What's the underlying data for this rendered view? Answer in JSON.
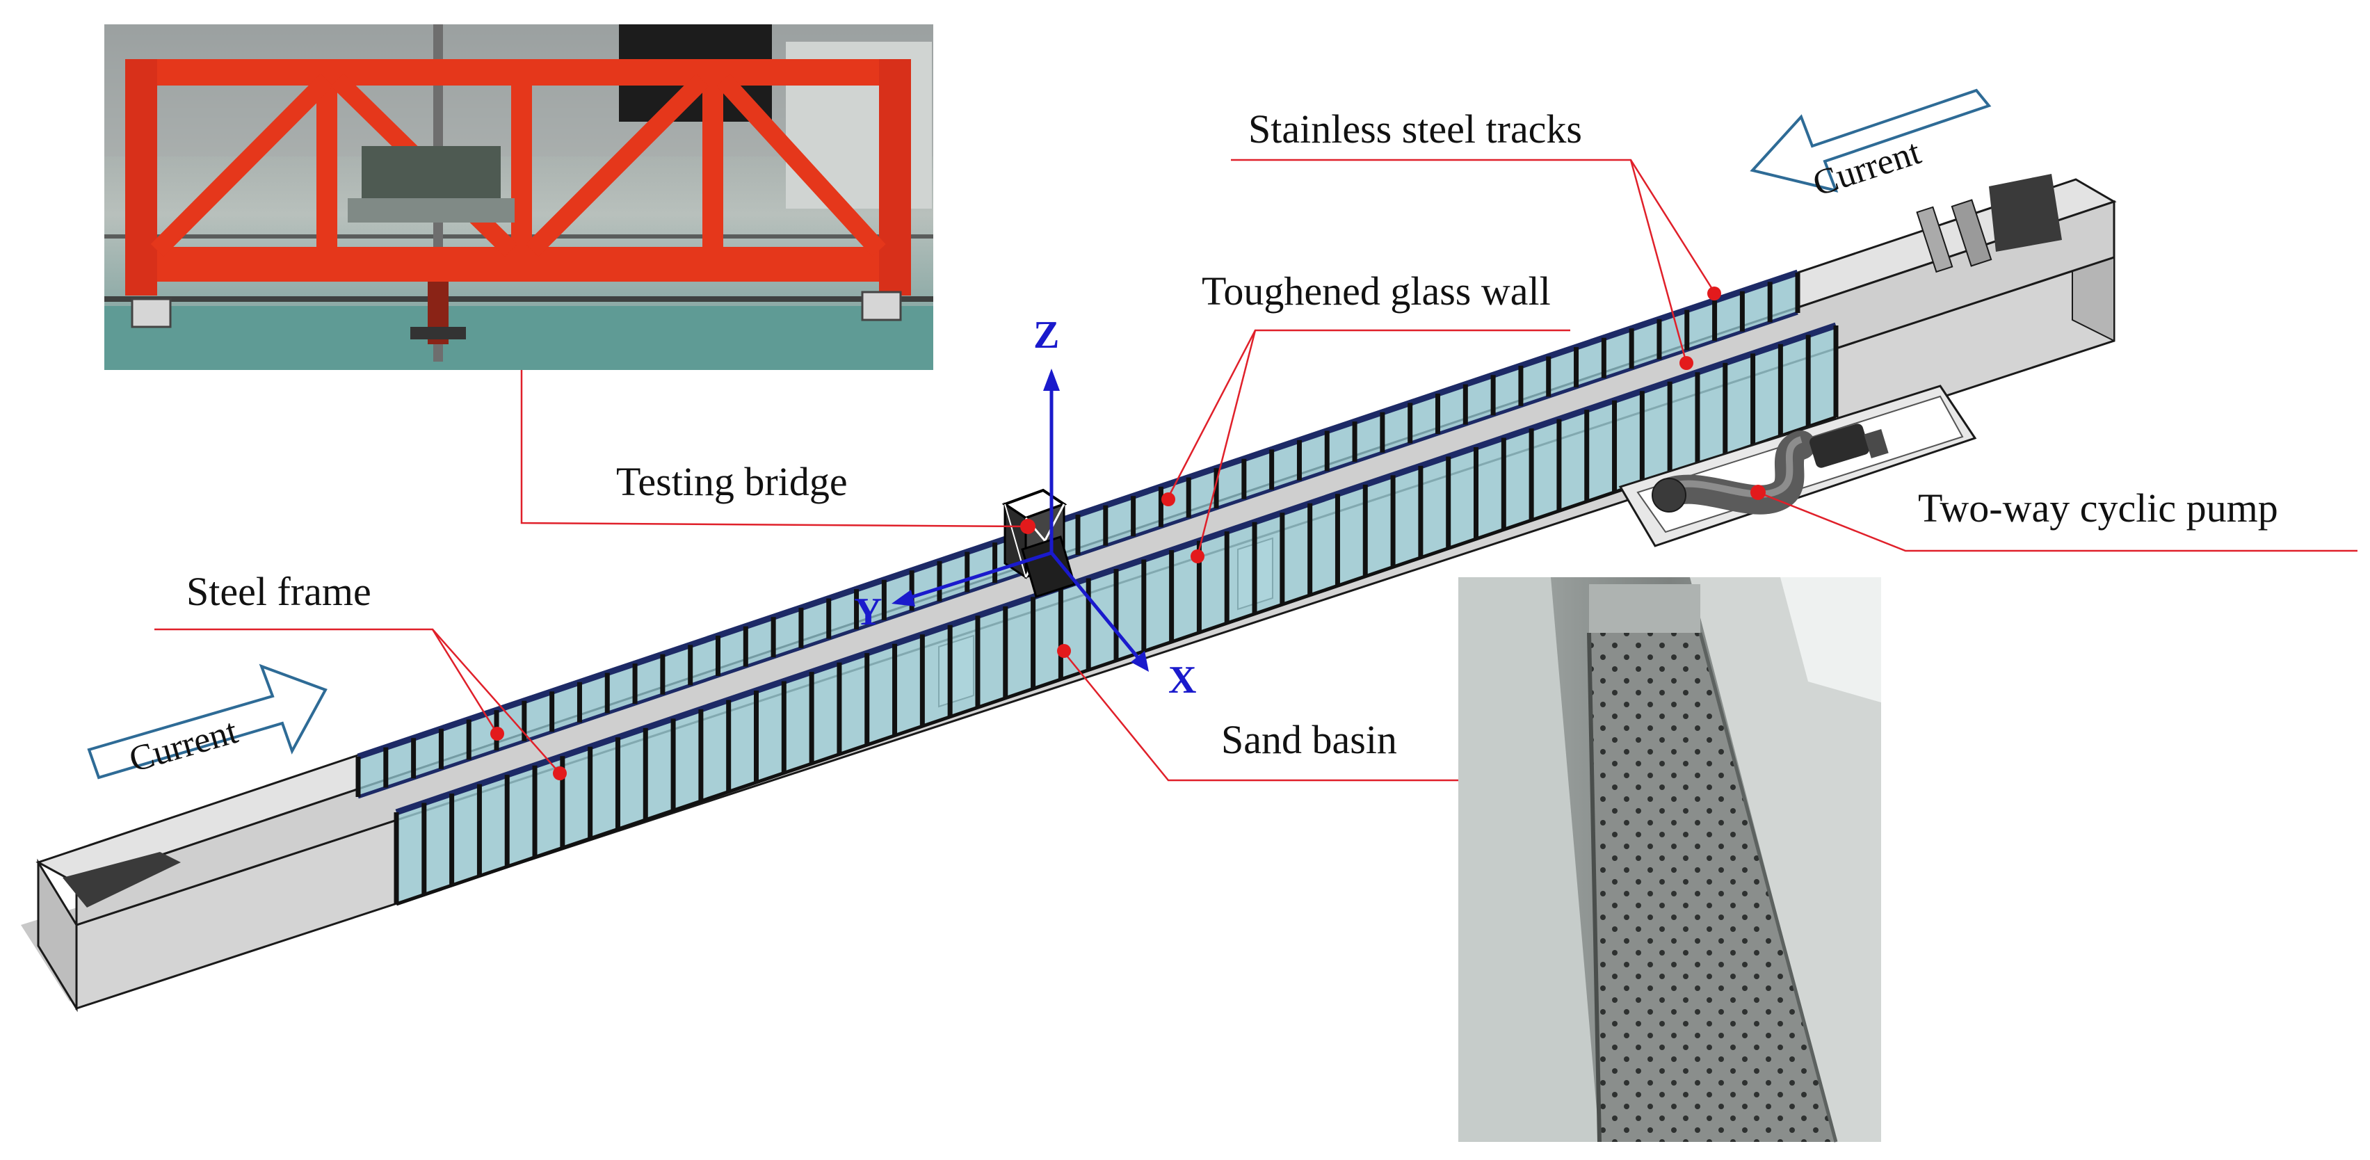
{
  "figure": {
    "labels": {
      "stainless_steel_tracks": "Stainless steel tracks",
      "toughened_glass_wall": "Toughened glass wall",
      "testing_bridge": "Testing bridge",
      "steel_frame": "Steel frame",
      "sand_basin": "Sand basin",
      "two_way_cyclic_pump": "Two-way cyclic pump"
    },
    "current_arrows": {
      "right_arrow_text": "Current",
      "left_arrow_text": "Current"
    },
    "axes": {
      "x": "X",
      "y": "Y",
      "z": "Z",
      "color": "#1a1acc"
    },
    "colors": {
      "leader_line": "#e0202a",
      "marker_dot": "#e31a1c",
      "flume_concrete": "#c9c9c9",
      "water": "#7fc3cf",
      "glass_frame": "#1d2a66",
      "bridge_orange": "#e5371b",
      "arrow_outline": "#2e6b96"
    }
  }
}
